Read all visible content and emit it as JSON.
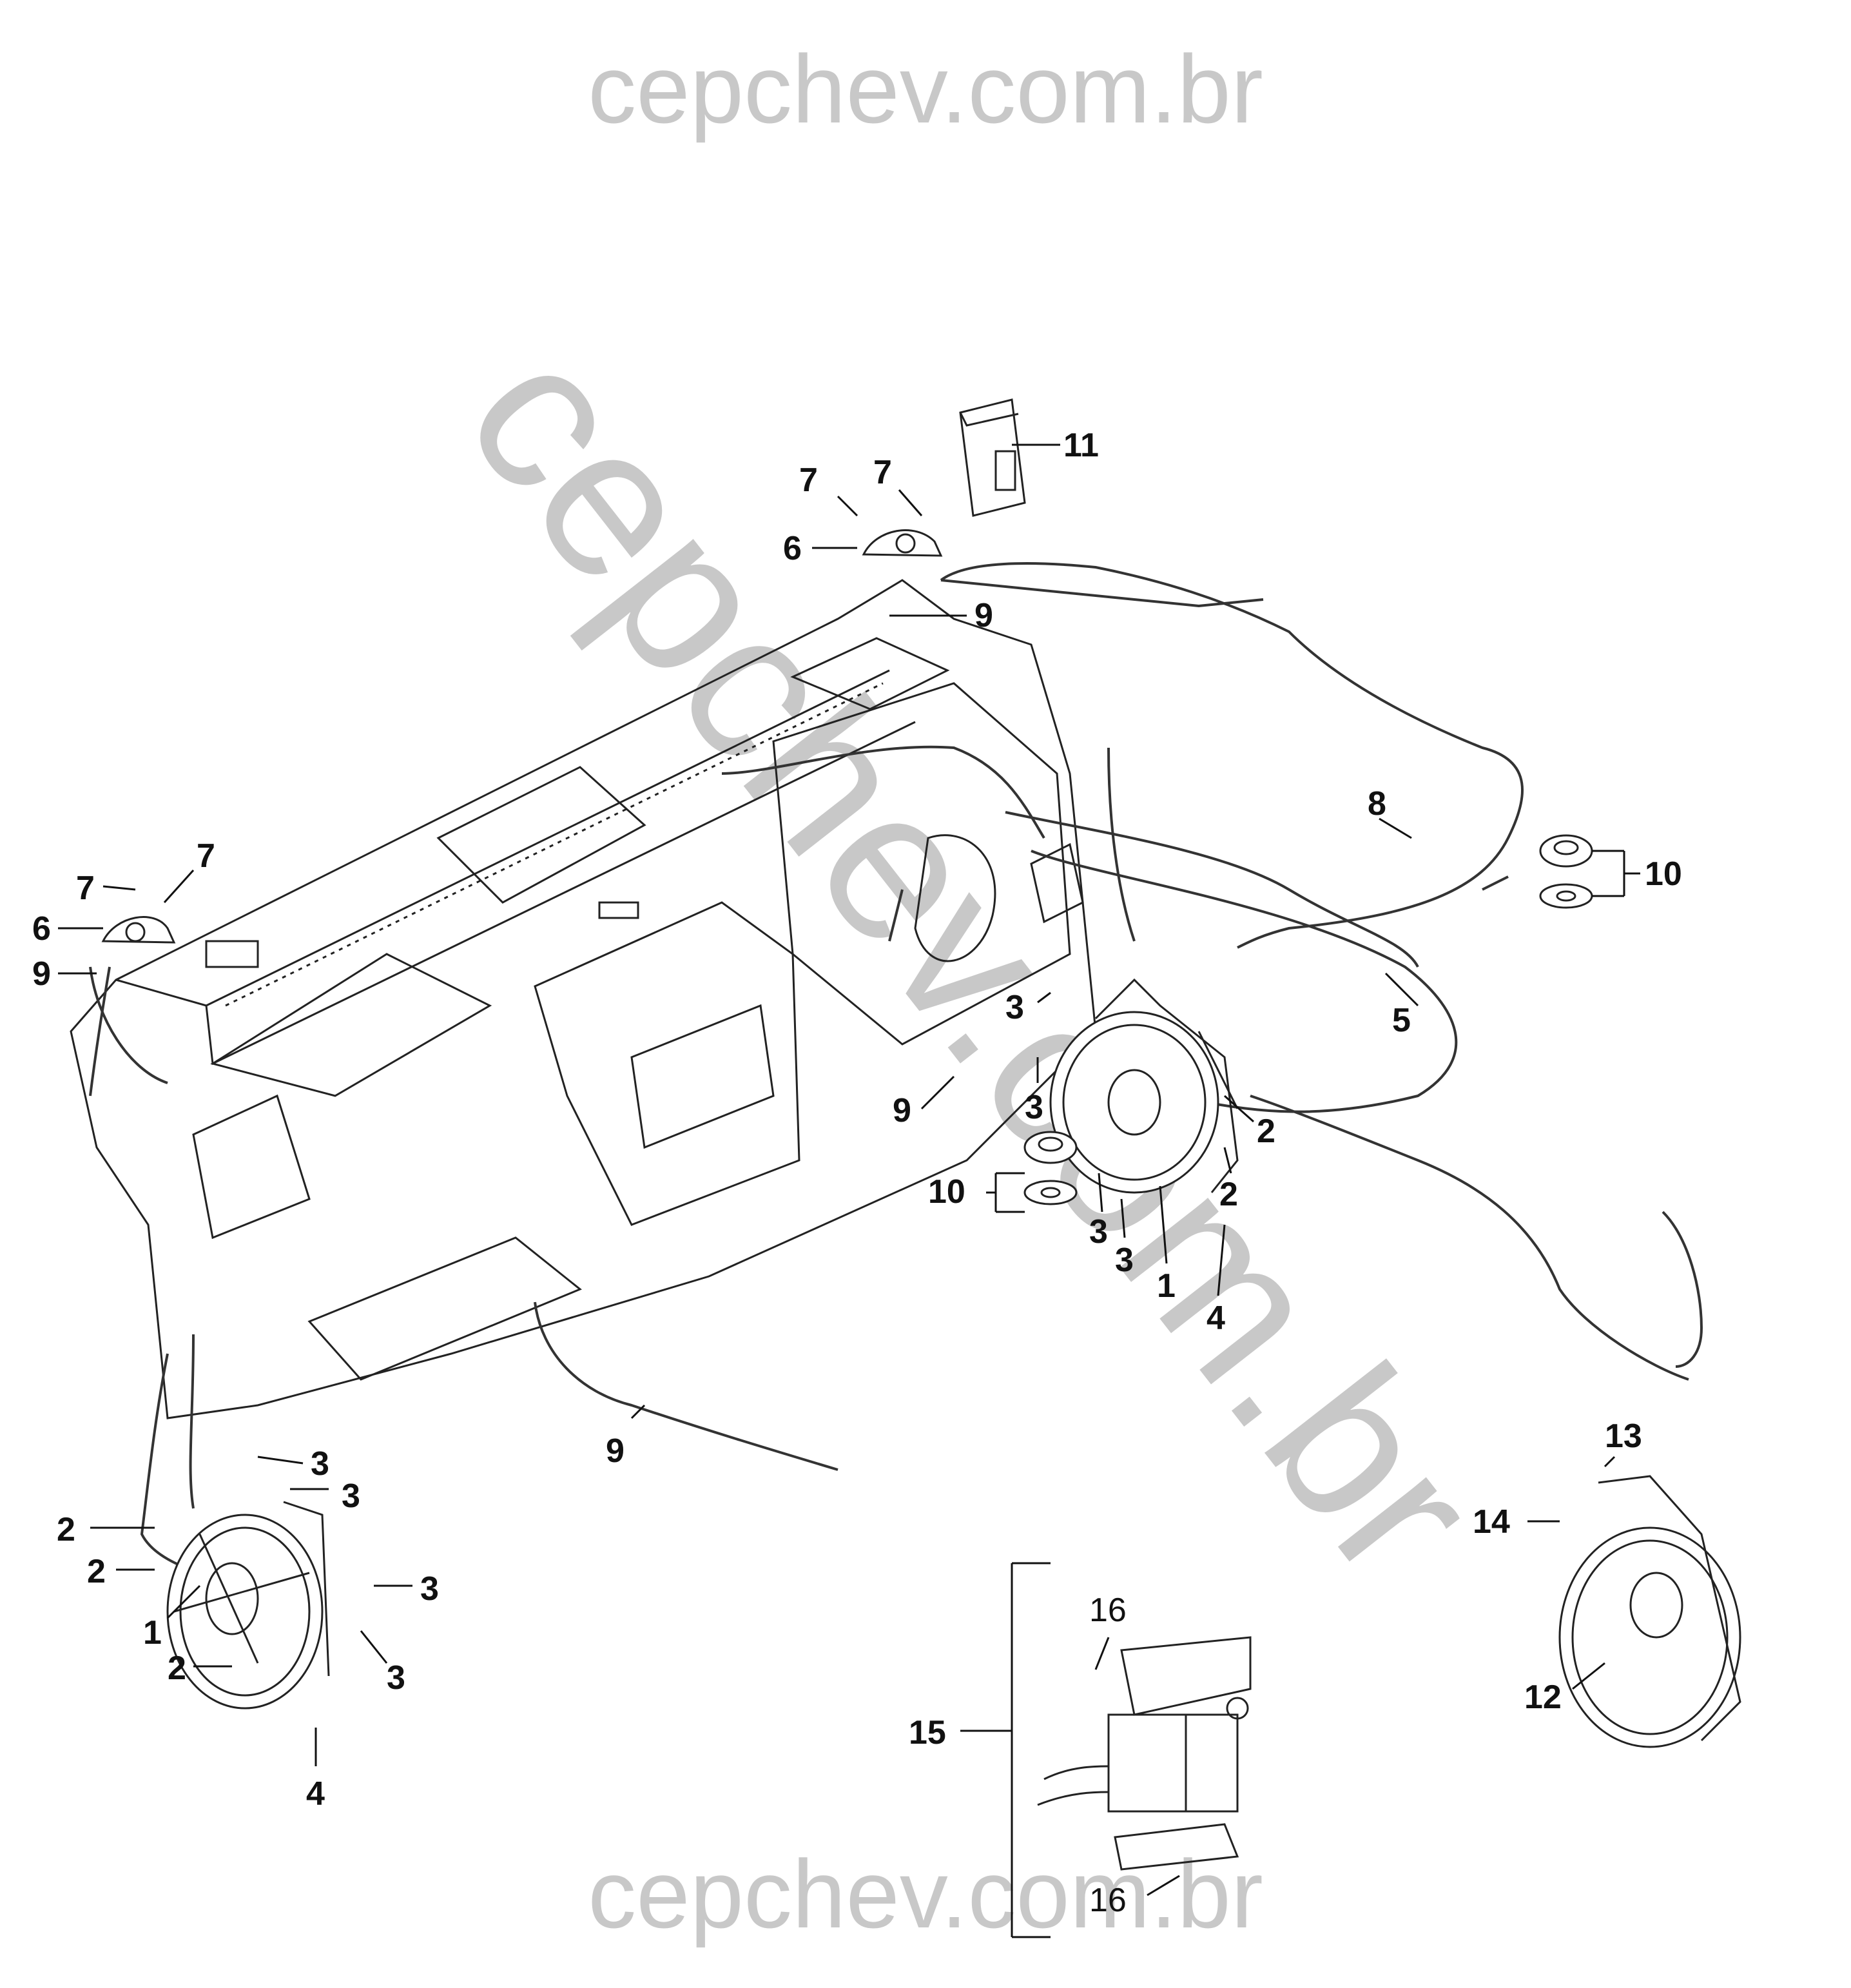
{
  "watermark": {
    "top": "cepchev.com.br",
    "diagonal": "cepchev.com.br",
    "bottom": "cepchev.com.br",
    "color": "#c8c8c8"
  },
  "callouts": {
    "c1_left": "1",
    "c1_right": "1",
    "c2_a": "2",
    "c2_b": "2",
    "c2_c": "2",
    "c2_d": "2",
    "c2_e": "2",
    "c3_a": "3",
    "c3_b": "3",
    "c3_c": "3",
    "c3_d": "3",
    "c3_e": "3",
    "c3_f": "3",
    "c3_g": "3",
    "c3_h": "3",
    "c4_left": "4",
    "c4_right": "4",
    "c5": "5",
    "c6_top": "6",
    "c6_left": "6",
    "c7_a": "7",
    "c7_b": "7",
    "c7_c": "7",
    "c7_d": "7",
    "c8": "8",
    "c9_top": "9",
    "c9_left": "9",
    "c9_mid": "9",
    "c9_bottom": "9",
    "c10_right": "10",
    "c10_mid": "10",
    "c11": "11",
    "c12": "12",
    "c13": "13",
    "c14": "14",
    "c15": "15",
    "c16_top": "16",
    "c16_bottom": "16"
  }
}
